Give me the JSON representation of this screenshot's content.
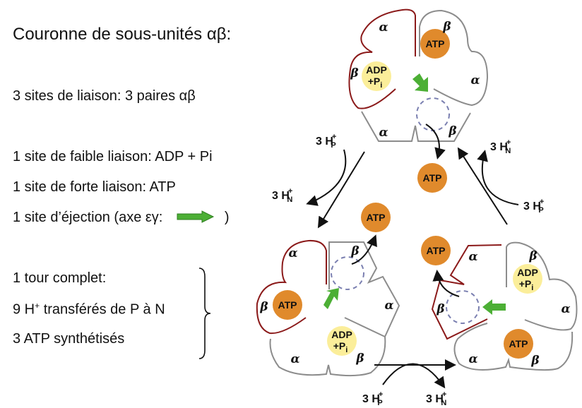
{
  "title": "Couronne de sous-unités αβ:",
  "lines": {
    "sites": "3 sites de liaison: 3 paires αβ",
    "weak": "1 site de faible liaison: ADP + Pi",
    "strong": "1 site de forte liaison: ATP",
    "ejection_pre": "1 site d’éjection (axe εγ:",
    "ejection_post": ")",
    "tour": "1 tour complet:",
    "protons_pre": "9 H",
    "protons_sup": "+",
    "protons_post": " transférés de P à N",
    "atp": "3 ATP synthétisés"
  },
  "diagram": {
    "alpha": "α",
    "beta": "β",
    "atp": "ATP",
    "adp": "ADP",
    "pi": "+P",
    "pi_sub": "i",
    "h_count": "3 H",
    "plus": "+",
    "p": "P",
    "n": "N"
  },
  "colors": {
    "atp": "#e08a2c",
    "adp": "#fbee9a",
    "arrow_green": "#4caf35",
    "red_outline": "#8b1a1a",
    "gray_outline": "#8c8c8c",
    "dashed": "#7a7fb0"
  }
}
